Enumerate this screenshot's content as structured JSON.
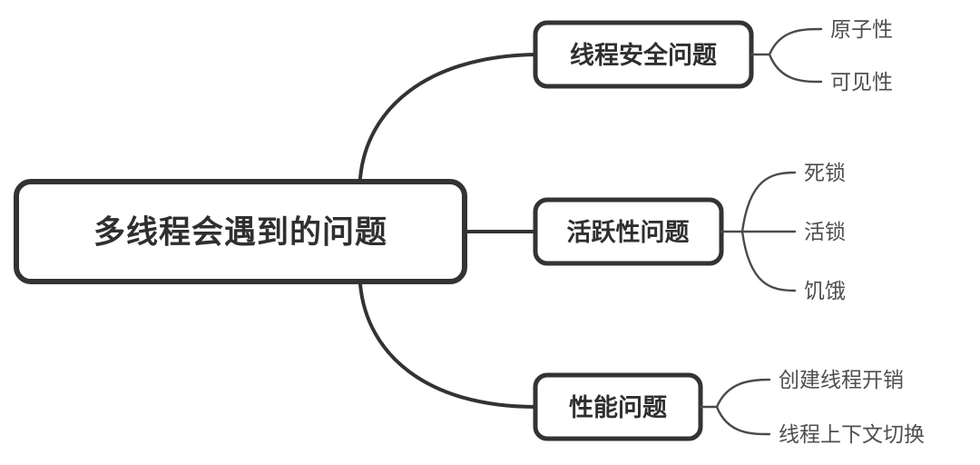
{
  "diagram": {
    "type": "mind-map",
    "title": "多线程会遇到的问题",
    "orientation": "left-to-right",
    "background_color": "#ffffff",
    "node_stroke_color": "#333333",
    "leaf_text_color": "#4f4f4f",
    "node_text_color": "#2f2f2f"
  },
  "root": {
    "label": "多线程会遇到的问题"
  },
  "branches": [
    {
      "label": "线程安全问题",
      "leaves": [
        {
          "label": "原子性"
        },
        {
          "label": "可见性"
        }
      ]
    },
    {
      "label": "活跃性问题",
      "leaves": [
        {
          "label": "死锁"
        },
        {
          "label": "活锁"
        },
        {
          "label": "饥饿"
        }
      ]
    },
    {
      "label": "性能问题",
      "leaves": [
        {
          "label": "创建线程开销"
        },
        {
          "label": "线程上下文切换"
        }
      ]
    }
  ]
}
